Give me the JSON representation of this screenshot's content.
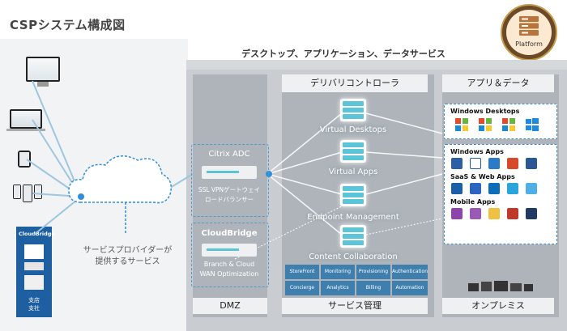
{
  "title": "CSPシステム構成図",
  "platform_badge": {
    "label": "Platform"
  },
  "banner": "デスクトップ、アプリケーション、データサービス",
  "columns": {
    "delivery": {
      "header": "デリバリコントローラ",
      "footer": "サービス管理"
    },
    "apps_data": {
      "header": "アプリ＆データ",
      "footer": "オンプレミス"
    },
    "dmz": {
      "footer": "DMZ"
    }
  },
  "dmz": {
    "citrix_adc": {
      "title": "Citrix ADC",
      "caption_line1": "SSL VPNゲートウェイ",
      "caption_line2": "ロードバランサー"
    },
    "cloudbridge": {
      "title": "CloudBridge",
      "caption_line1": "Branch & Cloud",
      "caption_line2": "WAN  Optimization"
    }
  },
  "services": [
    {
      "label": "Virtual Desktops"
    },
    {
      "label": "Virtual Apps"
    },
    {
      "label": "Endpoint Management"
    },
    {
      "label": "Content Collaboration"
    }
  ],
  "service_mgmt": [
    "StoreFront",
    "Monitoring",
    "Provisioning",
    "Authentication",
    "Concierge",
    "Analytics",
    "Billing",
    "Automation"
  ],
  "app_boxes": {
    "windows_desktops": {
      "title": "Windows Desktops"
    },
    "windows_apps": {
      "title": "Windows Apps"
    },
    "saas_web": {
      "title": "SaaS & Web Apps"
    },
    "mobile_apps": {
      "title": "Mobile Apps"
    }
  },
  "left": {
    "cloud_caption_line1": "サービスプロバイダーが",
    "cloud_caption_line2": "提供するサービス",
    "branch_logo": "CloudBridge",
    "branch_line1": "支店",
    "branch_line2": "支社"
  },
  "colors": {
    "accent_blue": "#2f8fd8",
    "teal": "#5bc4d7",
    "panel_grey": "#c9ccd0",
    "platform_brown": "#6b4a28"
  }
}
